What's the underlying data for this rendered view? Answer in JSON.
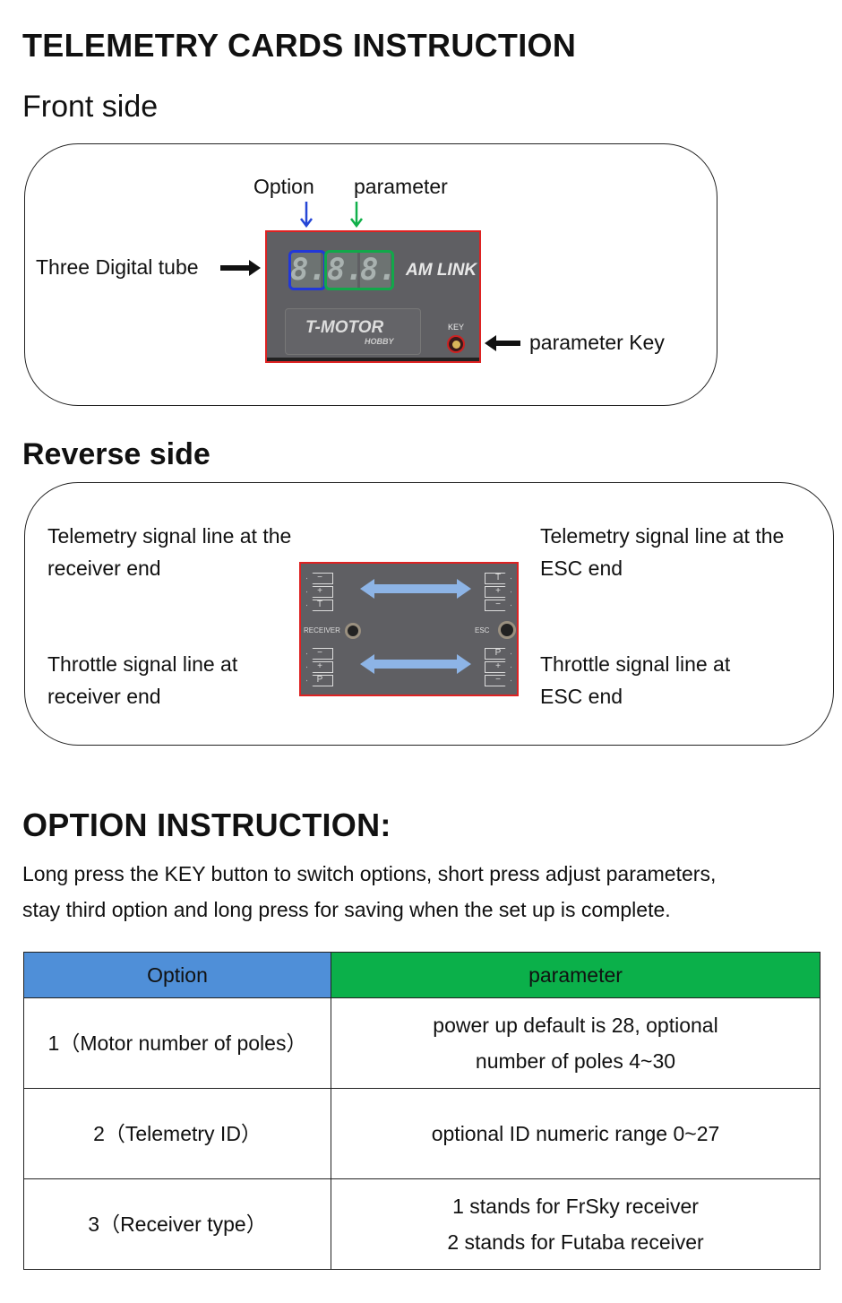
{
  "title": "TELEMETRY CARDS INSTRUCTION",
  "front": {
    "heading": "Front side",
    "option_label": "Option",
    "parameter_label": "parameter",
    "tube_label": "Three Digital tube",
    "key_label": "parameter Key",
    "device": {
      "digits": [
        "8.",
        "8.",
        "8."
      ],
      "brand": "AM LINK",
      "logo": "T-MOTOR",
      "logo_sub": "HOBBY",
      "key": "KEY"
    }
  },
  "reverse": {
    "heading": "Reverse side",
    "tl": [
      "Telemetry signal line at the",
      "receiver end"
    ],
    "bl": [
      "Throttle signal line at",
      "receiver end"
    ],
    "tr": [
      "Telemetry signal line at the",
      "ESC end"
    ],
    "br": [
      "Throttle signal line at",
      "ESC end"
    ],
    "device": {
      "receiver": "RECEIVER",
      "esc": "ESC",
      "left_top": [
        "−",
        "+",
        "T"
      ],
      "left_bottom": [
        "−",
        "+",
        "P"
      ],
      "right_top": [
        "T",
        "+",
        "−"
      ],
      "right_bottom": [
        "P",
        "+",
        "−"
      ]
    }
  },
  "options": {
    "heading": "OPTION INSTRUCTION:",
    "desc": [
      "Long press the KEY button to switch options, short press adjust parameters,",
      "stay third option and long press for saving when the set up is complete."
    ],
    "table": {
      "headers": [
        "Option",
        "parameter"
      ],
      "header_colors": [
        "#4f8fd8",
        "#0bb04a"
      ],
      "rows": [
        {
          "option": "1（Motor number of poles）",
          "param": [
            "power up default is 28, optional",
            "number of poles 4~30"
          ]
        },
        {
          "option": "2（Telemetry ID）",
          "param": [
            "optional ID numeric range 0~27"
          ]
        },
        {
          "option": "3（Receiver type）",
          "param": [
            "1 stands for FrSky receiver",
            "2 stands for Futaba receiver"
          ]
        }
      ]
    }
  }
}
